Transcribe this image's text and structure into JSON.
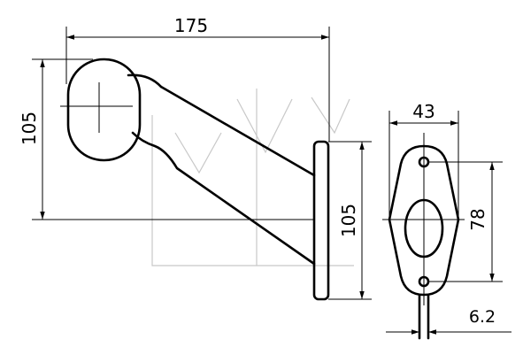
{
  "dimensions": {
    "overall_length": "175",
    "lamp_height": "105",
    "base_height": "105",
    "base_width": "43",
    "hole_spacing": "78",
    "thickness": "6.2"
  }
}
